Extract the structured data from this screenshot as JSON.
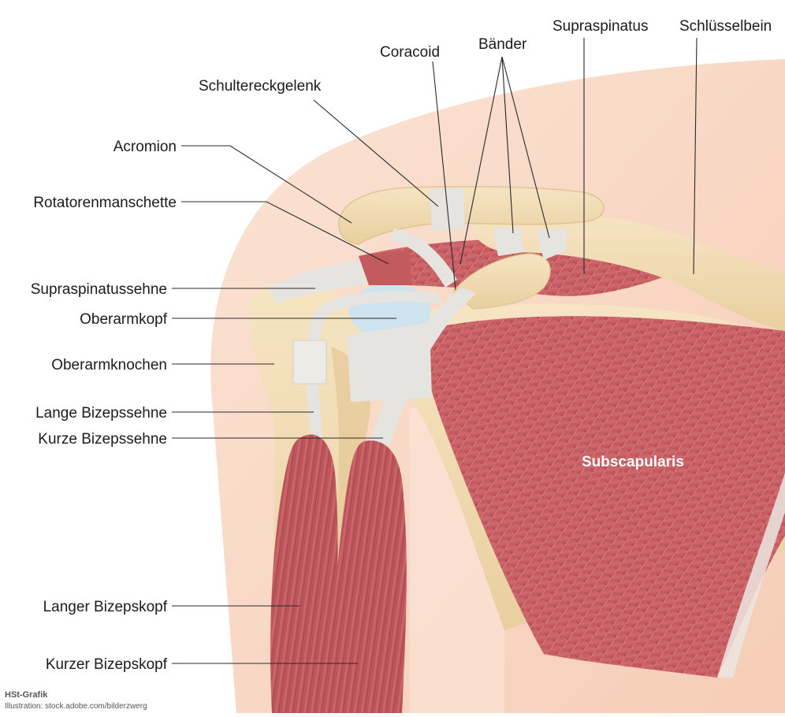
{
  "labels": {
    "supraspinatus": "Supraspinatus",
    "schluesselbein": "Schlüsselbein",
    "coracoid": "Coracoid",
    "baender": "Bänder",
    "schultereckgelenk": "Schultereckgelenk",
    "acromion": "Acromion",
    "rotatorenmanschette": "Rotatorenmanschette",
    "supraspinatussehne": "Supraspinatussehne",
    "oberarmkopf": "Oberarmkopf",
    "oberarmknochen": "Oberarmknochen",
    "lange_bizepssehne": "Lange Bizepssehne",
    "kurze_bizepssehne": "Kurze Bizepssehne",
    "subscapularis": "Subscapularis",
    "langer_bizepskopf": "Langer Bizepskopf",
    "kurzer_bizepskopf": "Kurzer Bizepskopf"
  },
  "credit": {
    "title": "HSt-Grafik",
    "source": "Illustration: stock.adobe.com/bilderzwerg"
  },
  "colors": {
    "skin": "#f9dccb",
    "skin_light": "#fdeee4",
    "bone": "#f2dcb4",
    "bone_shadow": "#e4c796",
    "muscle": "#c25a5e",
    "muscle_dark": "#a43c45",
    "tendon": "#e6e4e0",
    "cartilage": "#cfe3ef",
    "subscapularis_label": "#ffffff"
  }
}
